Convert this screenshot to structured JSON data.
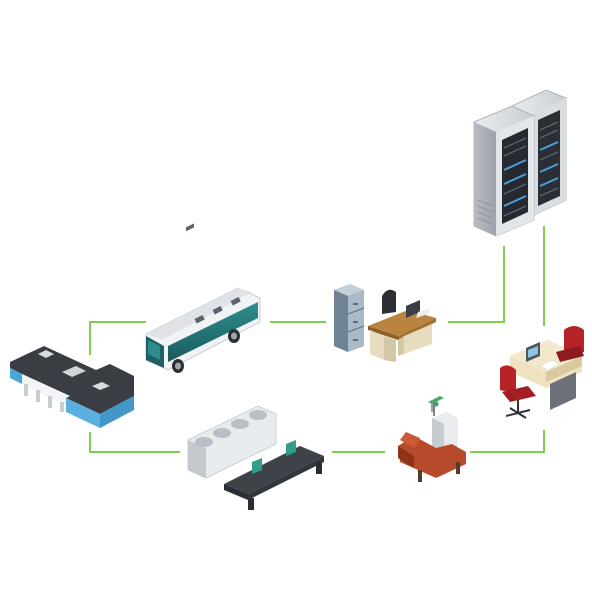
{
  "diagram": {
    "connector_color": "#7ccf4f",
    "nodes": [
      {
        "id": "server-racks",
        "icon": "server-rack-icon"
      },
      {
        "id": "office-desk",
        "icon": "office-desk-icon"
      },
      {
        "id": "bus",
        "icon": "bus-icon"
      },
      {
        "id": "building",
        "icon": "building-icon"
      },
      {
        "id": "workstation",
        "icon": "workstation-icon"
      },
      {
        "id": "lab-equipment",
        "icon": "lab-equipment-icon"
      },
      {
        "id": "dental-chair",
        "icon": "dental-chair-icon"
      },
      {
        "id": "meeting-desk",
        "icon": "meeting-desk-icon"
      }
    ]
  }
}
